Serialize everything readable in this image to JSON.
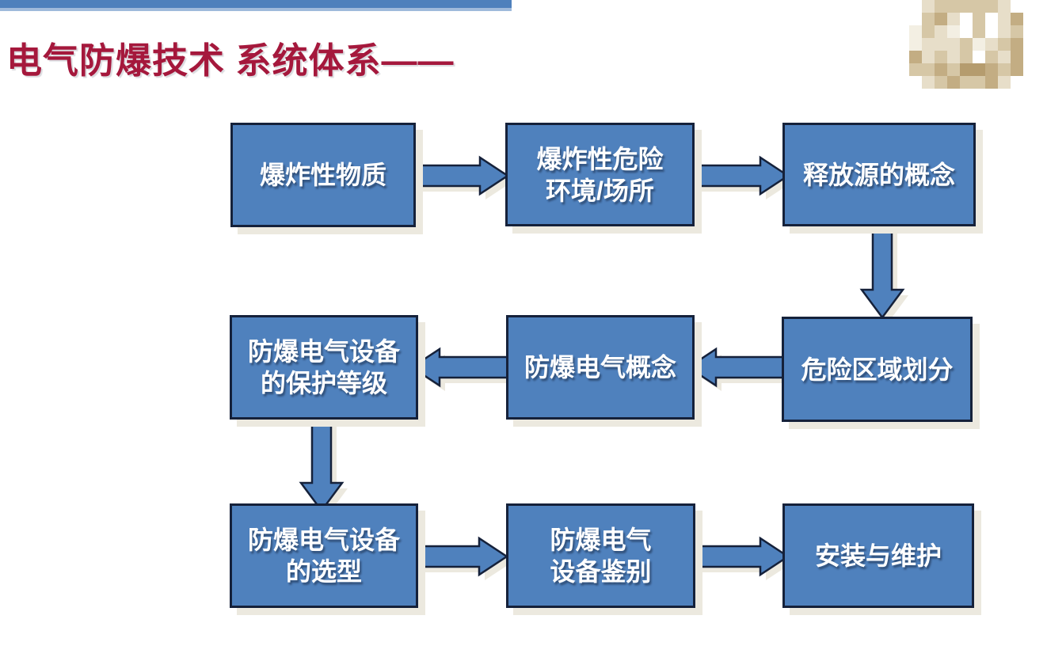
{
  "slide": {
    "title": "电气防爆技术 系统体系——"
  },
  "flowchart": {
    "boxes": [
      {
        "id": "explosive-substances",
        "label": "爆炸性物质"
      },
      {
        "id": "hazardous-environment",
        "label": "爆炸性危险\n环境/场所"
      },
      {
        "id": "release-source-concept",
        "label": "释放源的概念"
      },
      {
        "id": "hazard-zone-classification",
        "label": "危险区域划分"
      },
      {
        "id": "exproof-electrical-concept",
        "label": "防爆电气概念"
      },
      {
        "id": "equipment-protection-level",
        "label": "防爆电气设备\n的保护等级"
      },
      {
        "id": "equipment-selection",
        "label": "防爆电气设备\n的选型"
      },
      {
        "id": "equipment-identification",
        "label": "防爆电气\n设备鉴别"
      },
      {
        "id": "installation-maintenance",
        "label": "安装与维护"
      }
    ],
    "arrows": [
      {
        "from": "explosive-substances",
        "to": "hazardous-environment",
        "direction": "right"
      },
      {
        "from": "hazardous-environment",
        "to": "release-source-concept",
        "direction": "right"
      },
      {
        "from": "release-source-concept",
        "to": "hazard-zone-classification",
        "direction": "down"
      },
      {
        "from": "hazard-zone-classification",
        "to": "exproof-electrical-concept",
        "direction": "left"
      },
      {
        "from": "exproof-electrical-concept",
        "to": "equipment-protection-level",
        "direction": "left"
      },
      {
        "from": "equipment-protection-level",
        "to": "equipment-selection",
        "direction": "down"
      },
      {
        "from": "equipment-selection",
        "to": "equipment-identification",
        "direction": "right"
      },
      {
        "from": "equipment-identification",
        "to": "installation-maintenance",
        "direction": "right"
      }
    ]
  },
  "colors": {
    "box_fill": "#4F81BD",
    "box_border": "#15213A",
    "shadow": "#ECE9DF",
    "title_red": "#A5183C",
    "accent_bar_dark": "#4E80BC",
    "accent_bar_light": "#9FBADB",
    "box_text": "#FFFFFF"
  },
  "logo": {
    "name": "pixelated-beige-logo",
    "palette": {
      "w": "#FFFFFF",
      "c": "#F3EFE3",
      "l": "#E7DEC9",
      "m": "#D6C7A6",
      "d": "#C3AD83",
      "t": "#B59C6E"
    },
    "pattern": [
      "w l m m m m m l w",
      "w m d l w m w l d",
      "c m l c w m w l m",
      "c l l l m c l m d",
      "d l m l m w m l d",
      "m m d m t t d m d",
      "w l m d m m d l w"
    ]
  }
}
